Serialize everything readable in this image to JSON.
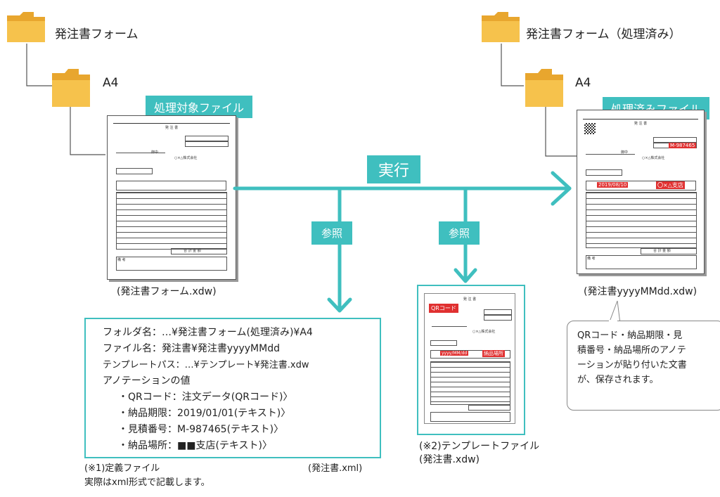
{
  "folders": {
    "left_root": "発注書フォーム",
    "left_sub": "A4",
    "right_root": "発注書フォーム（処理済み）",
    "right_sub": "A4"
  },
  "labels": {
    "target_file": "処理対象ファイル",
    "processed_file": "処理済みファイル",
    "execute": "実行",
    "ref1": "参照",
    "ref2": "参照"
  },
  "captions": {
    "left_doc": "(発注書フォーム.xdw)",
    "right_doc": "(発注書yyyyMMdd.xdw)",
    "template_doc_1": "(※2)テンプレートファイル",
    "template_doc_2": "(発注書.xdw)",
    "definition_1": "(※1)定義ファイル",
    "definition_xml": "(発注書.xml)",
    "definition_2": "実際はxml形式で記載します。"
  },
  "definition": {
    "folder_name": "フォルダ名：…¥発注書フォーム(処理済み)¥A4",
    "file_name": "ファイル名：発注書¥発注書yyyyMMdd",
    "template_path": "テンプレートパス：…¥テンプレート¥発注書.xdw",
    "annotation_title": "アノテーションの値",
    "items": [
      "・QRコード：注文データ(QRコード)〉",
      "・納品期限：2019/01/01(テキスト)〉",
      "・見積番号：M-987465(テキスト)〉",
      "・納品場所：■■支店(テキスト)〉"
    ]
  },
  "callout": {
    "lines": [
      "QRコード・納品期限・見",
      "積番号・納品場所のアノテ",
      "ーションが貼り付いた文書",
      "が、保存されます。"
    ]
  },
  "doc": {
    "title": "発 注 書",
    "customer": "御中",
    "company": "○×△株式会社",
    "total": "合 計 金 額",
    "notes": "備 考"
  },
  "tags": {
    "qr": "QRコード",
    "date_tpl": "yyyy/MM/dd",
    "place_tpl": "納品場所",
    "right_date": "2019/08/10",
    "right_place": "〇×△支店",
    "right_quote": "M-987465"
  },
  "colors": {
    "teal": "#3fbfbf",
    "folder": "#f4b93f",
    "red": "#e03030"
  }
}
